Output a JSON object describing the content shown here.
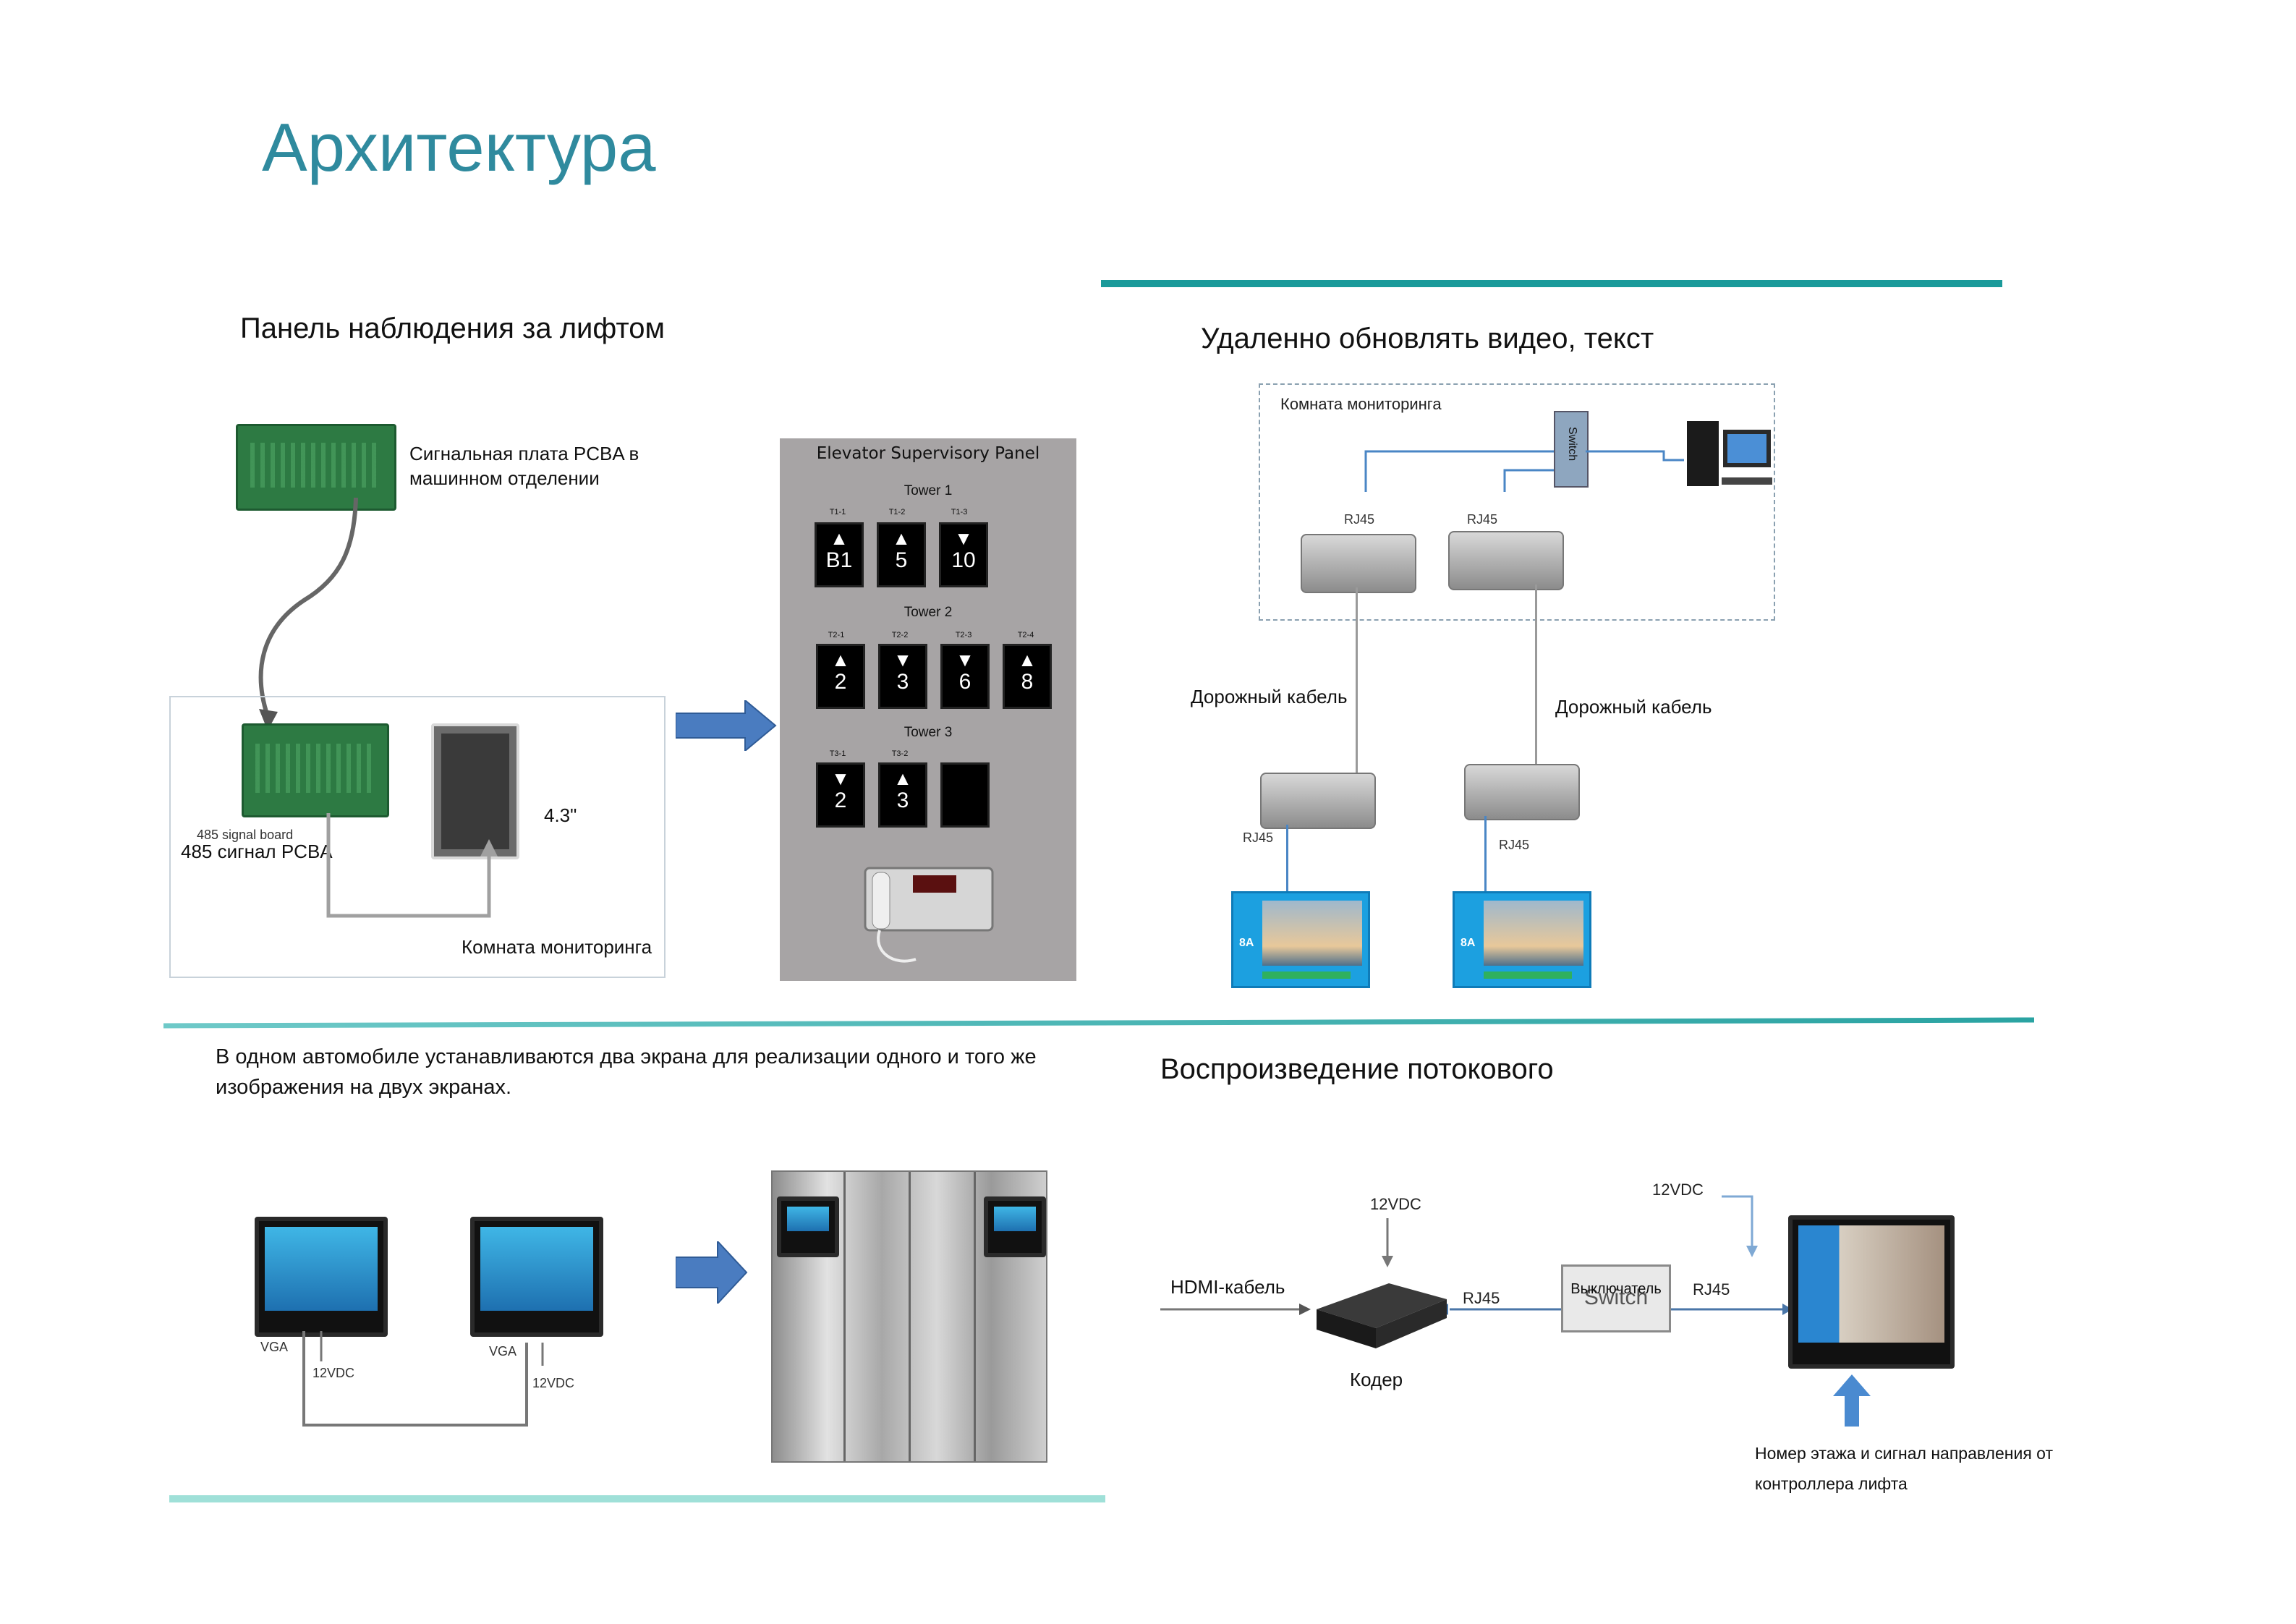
{
  "page": {
    "title": "Архитектура"
  },
  "panel1": {
    "heading": "Панель наблюдения за лифтом",
    "pcba_label": "Сигнальная плата PCBA в машинном отделении",
    "board485_small": "485 signal board",
    "board485_label": "485 сигнал PCBA",
    "screen_size": "4.3\"",
    "room_label": "Комната мониторинга",
    "supervisory": {
      "title": "Elevator Supervisory Panel",
      "towers": [
        {
          "name": "Tower 1",
          "cars": [
            {
              "id": "T1-1",
              "dir": "▲",
              "floor": "B1"
            },
            {
              "id": "T1-2",
              "dir": "▲",
              "floor": "5"
            },
            {
              "id": "T1-3",
              "dir": "▼",
              "floor": "10"
            }
          ]
        },
        {
          "name": "Tower 2",
          "cars": [
            {
              "id": "T2-1",
              "dir": "▲",
              "floor": "2"
            },
            {
              "id": "T2-2",
              "dir": "▼",
              "floor": "3"
            },
            {
              "id": "T2-3",
              "dir": "▼",
              "floor": "6"
            },
            {
              "id": "T2-4",
              "dir": "▲",
              "floor": "8"
            }
          ]
        },
        {
          "name": "Tower 3",
          "cars": [
            {
              "id": "T3-1",
              "dir": "▼",
              "floor": "2"
            },
            {
              "id": "T3-2",
              "dir": "▲",
              "floor": "3"
            }
          ]
        }
      ]
    }
  },
  "panel2": {
    "heading": "Удаленно обновлять видео, текст",
    "room_label": "Комната мониторинга",
    "switch_label": "Switch",
    "rj45": "RJ45",
    "cable_left": "Дорожный кабель",
    "cable_right": "Дорожный кабель",
    "screen_floor": "8A"
  },
  "panel3": {
    "heading": "В одном автомобиле устанавливаются два экрана для реализации одного и того же изображения на двух экранах.",
    "vga": "VGA",
    "power": "12VDC"
  },
  "panel4": {
    "heading": "Воспроизведение потокового",
    "power_encoder": "12VDC",
    "power_display": "12VDC",
    "hdmi": "HDMI-кабель",
    "rj45": "RJ45",
    "switch_ru": "Выключатель",
    "switch_en": "Switch",
    "encoder": "Кодер",
    "note": "Номер этажа и сигнал направления от контроллера лифта"
  },
  "colors": {
    "title": "#2f8a9e",
    "divider_top": "#1a9a9a",
    "divider_bottom": "#8fd8d4",
    "arrow": "#4a7cc0"
  }
}
